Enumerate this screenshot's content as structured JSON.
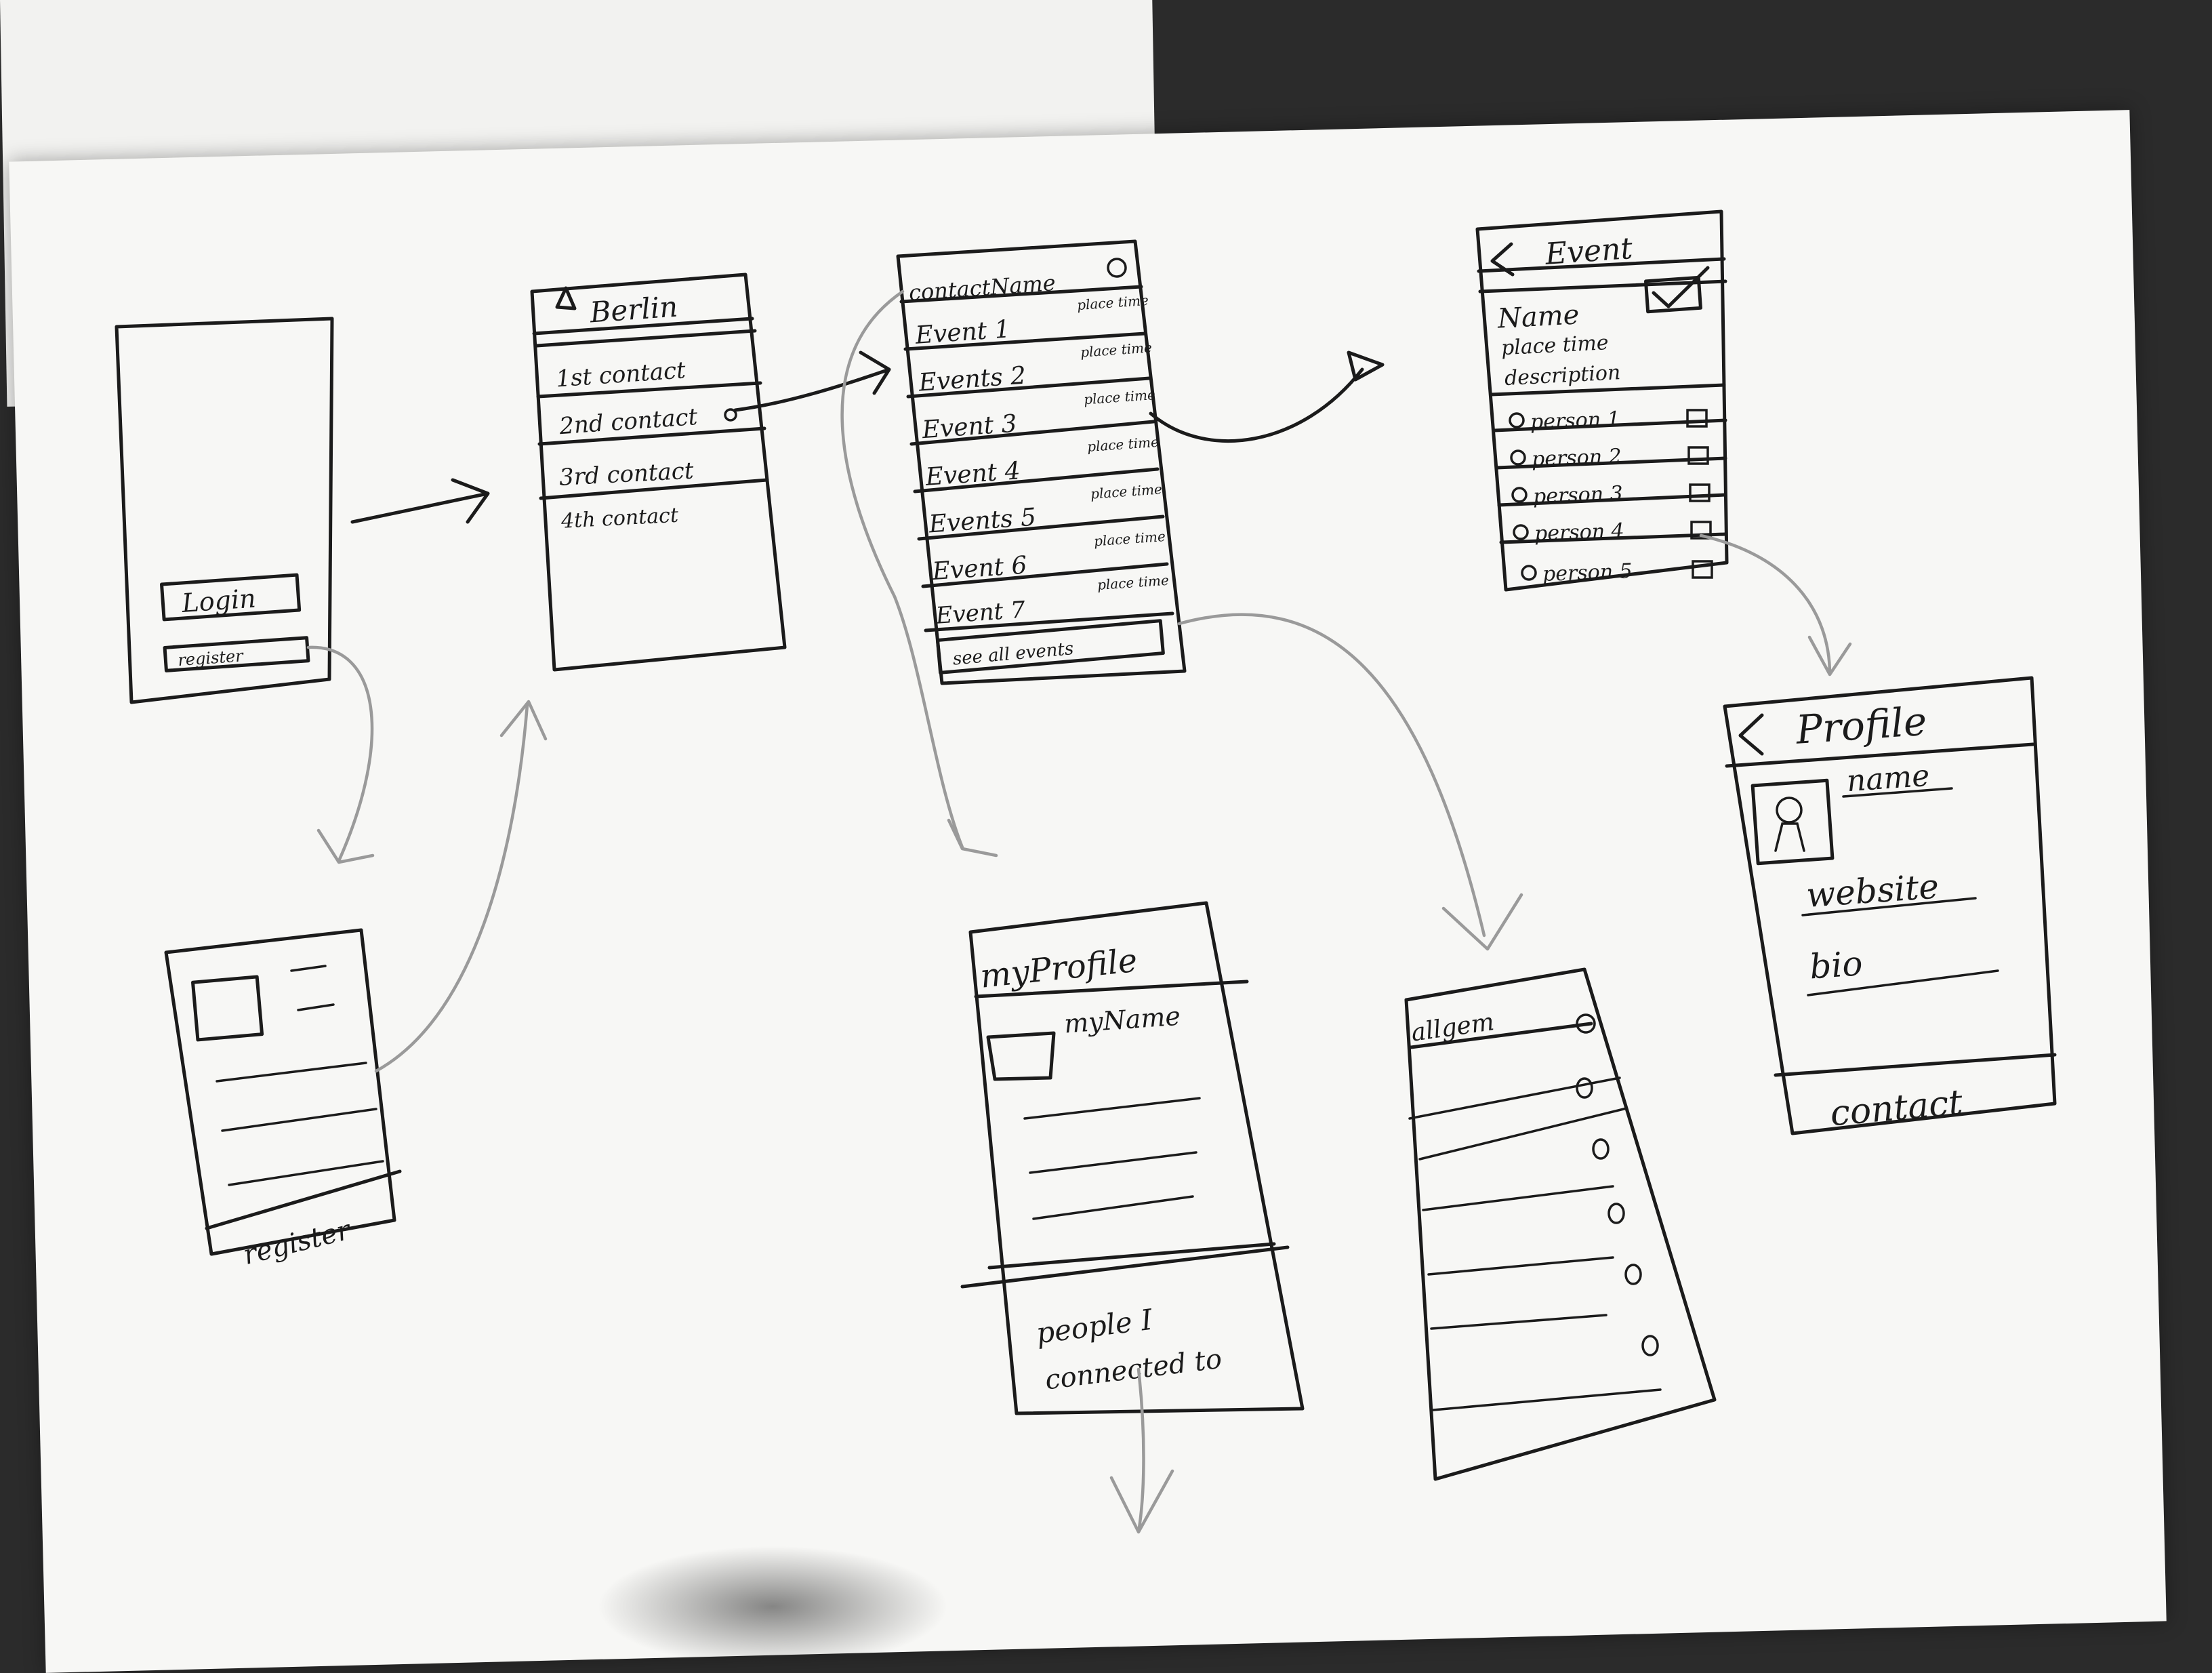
{
  "login_screen": {
    "login_button": "Login",
    "register_link": "register"
  },
  "register_screen": {
    "register_button": "register"
  },
  "city_screen": {
    "title": "Berlin",
    "items": [
      "1st contact",
      "2nd contact",
      "3rd contact",
      "4th contact"
    ]
  },
  "contact_screen": {
    "title": "contactName",
    "events": [
      {
        "name": "Event 1",
        "meta": "place time"
      },
      {
        "name": "Events 2",
        "meta": "place time"
      },
      {
        "name": "Event 3",
        "meta": "place time"
      },
      {
        "name": "Event 4",
        "meta": "place time"
      },
      {
        "name": "Events 5",
        "meta": "place time"
      },
      {
        "name": "Event 6",
        "meta": "place time"
      },
      {
        "name": "Event 7",
        "meta": "place time"
      }
    ],
    "footer": "see all events"
  },
  "event_screen": {
    "title": "Event",
    "name": "Name",
    "place_time": "place time",
    "description": "description",
    "people": [
      "person 1",
      "person 2",
      "person 3",
      "person 4",
      "person 5"
    ]
  },
  "profile_screen": {
    "title": "Profile",
    "name": "name",
    "website": "website",
    "bio": "bio",
    "contact_button": "contact"
  },
  "my_profile_screen": {
    "title": "myProfile",
    "name": "myName",
    "people_line": "people I",
    "connected_line": "connected to"
  },
  "gallery_screen": {
    "title": "allgem"
  }
}
